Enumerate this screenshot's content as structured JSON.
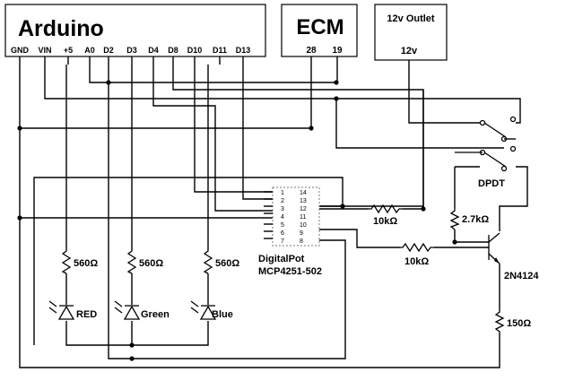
{
  "arduino": {
    "title": "Arduino",
    "pins": [
      "GND",
      "VIN",
      "+5",
      "A0",
      "D2",
      "D3",
      "D4",
      "D8",
      "D10",
      "D11",
      "D13"
    ]
  },
  "ecm": {
    "title": "ECM",
    "pins": [
      "28",
      "19"
    ]
  },
  "outlet": {
    "title": "12v Outlet",
    "pin": "12v"
  },
  "chip": {
    "name": "DigitalPot",
    "part": "MCP4251-502",
    "pins_left": [
      "1",
      "2",
      "3",
      "4",
      "5",
      "6",
      "7"
    ],
    "pins_right": [
      "14",
      "13",
      "12",
      "11",
      "10",
      "9",
      "8"
    ]
  },
  "resistors": {
    "r_red": "560Ω",
    "r_green": "560Ω",
    "r_blue": "560Ω",
    "r_10k_a": "10kΩ",
    "r_10k_b": "10kΩ",
    "r_2k7": "2.7kΩ",
    "r_150": "150Ω"
  },
  "leds": {
    "red": "RED",
    "green": "Green",
    "blue": "Blue"
  },
  "switch": {
    "label": "DPDT"
  },
  "transistor": {
    "label": "2N4124"
  }
}
